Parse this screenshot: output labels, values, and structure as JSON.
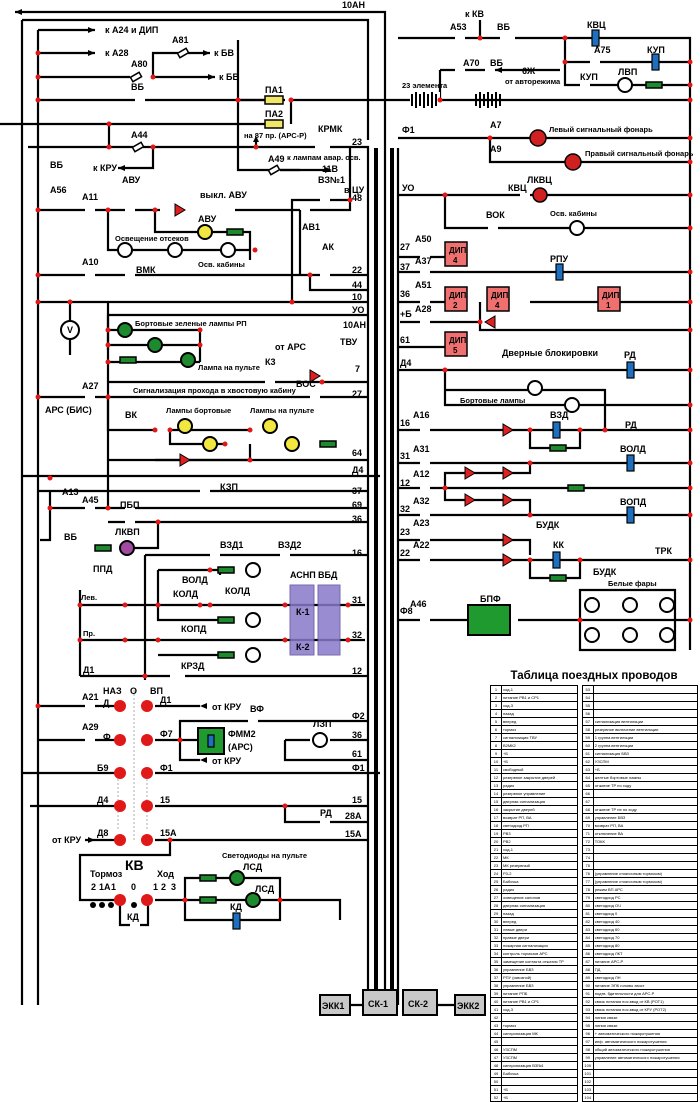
{
  "wires": {
    "top_10AN": "10АН",
    "k_A24_DIP": "к А24 и ДИП",
    "k_A28": "к А28",
    "k_BV_1": "к БВ",
    "k_BV_2": "к БВ",
    "A81": "А81",
    "A80": "А80",
    "VB_1": "ВБ",
    "PA1": "ПА1",
    "PA2": "ПА2",
    "na87": "на 87 пр. (АРС-Р)",
    "A44": "А44",
    "k_KRU": "к КРУ",
    "KRMK": "КРМК",
    "n23": "23",
    "A49": "А49",
    "k_lampam": "к лампам авар. осв.",
    "n11V": "11В",
    "VB_2": "ВБ",
    "A56": "А56",
    "A11": "А11",
    "AVU": "АВУ",
    "vykl_AVU": "выкл. АВУ",
    "AVU_lamp": "АВУ",
    "VZ1": "ВЗ№1",
    "vCU": "в ЦУ",
    "n48": "48",
    "AV1": "АВ1",
    "osv_otsekov": "Освещение отсеков",
    "osv_kabiny": "Осв. кабины",
    "A10": "А10",
    "VMK": "ВМК",
    "AK": "АК",
    "n22": "22",
    "n44": "44",
    "n10": "10",
    "UO": "УО",
    "n10AN": "10АН",
    "V": "V",
    "bort_zel": "Бортовые зеленые лампы РП",
    "lampa_pult": "Лампа на пульте",
    "ot_ARS": "от АРС",
    "K3": "К3",
    "TVU": "ТВУ",
    "n7": "7",
    "A27": "А27",
    "ARS_BIS": "АРС (БИС)",
    "signal_prohod": "Сигнализация прохода в хвостовую кабину",
    "VOS": "ВОС",
    "n27": "27",
    "VK": "ВК",
    "lampy_bort": "Лампы бортовые",
    "lampy_pult": "Лампы на пульте",
    "n64": "64",
    "D4": "Д4",
    "A13": "А13",
    "A45": "А45",
    "KZP": "КЗП",
    "n37": "37",
    "PBP": "ПБП",
    "n69": "69",
    "n36": "36",
    "VB_3": "ВБ",
    "LKVP": "ЛКВП",
    "VZD1": "ВЗД1",
    "VZD2": "ВЗД2",
    "n16": "16",
    "PPD": "ППД",
    "Lev": "Лев.",
    "Pr": "Пр.",
    "VOLD": "ВОЛД",
    "KOLD_1": "КОЛД",
    "KOLD_2": "КОЛД",
    "KOPD": "КОПД",
    "ASNP": "АСНП",
    "VBD": "ВБД",
    "K1": "К-1",
    "K2": "К-2",
    "n31": "31",
    "n32": "32",
    "D1": "Д1",
    "KRZD": "КРЗД",
    "n12": "12"
  },
  "right": {
    "k_KV": "к КВ",
    "A53": "А53",
    "VB": "ВБ",
    "KVC": "КВЦ",
    "A75": "А75",
    "KUP": "КУП",
    "A70": "А70",
    "VB2": "ВБ",
    "n6Zh": "6Ж",
    "ot_avtorezhima": "от авторежима",
    "elem23": "23 элемента",
    "KUP2": "КУП",
    "LVP": "ЛВП",
    "F1": "Ф1",
    "A7": "А7",
    "lev_fonar": "Левый сигнальный фонарь",
    "A9": "А9",
    "prav_fonar": "Правый сигнальный фонарь",
    "UO": "УО",
    "KVC2": "КВЦ",
    "LKVC": "ЛКВЦ",
    "VOK": "ВОК",
    "osv_kab": "Осв. кабины",
    "n27": "27",
    "A50": "А50",
    "n37": "37",
    "A37": "А37",
    "RPU": "РПУ",
    "n36": "36",
    "A51": "А51",
    "plusB": "+Б",
    "A28": "А28",
    "n61": "61",
    "dip": [
      {
        "name": "ДИП",
        "num": "4"
      },
      {
        "name": "ДИП",
        "num": "2"
      },
      {
        "name": "ДИП",
        "num": "4"
      },
      {
        "name": "ДИП",
        "num": "1"
      },
      {
        "name": "ДИП",
        "num": "5"
      }
    ],
    "dver_blok": "Дверные блокировки",
    "D4": "Д4",
    "RD": "РД",
    "bort_lampy": "Бортовые лампы",
    "n16": "16",
    "A16": "А16",
    "VZD": "ВЗД",
    "RD2": "РД",
    "n31": "31",
    "A31": "А31",
    "VOLD": "ВОЛД",
    "n12": "12",
    "A12": "А12",
    "n32": "32",
    "A32": "А32",
    "VOPD": "ВОПД",
    "n23": "23",
    "A23": "А23",
    "BUDK": "БУДК",
    "n22": "22",
    "A22": "А22",
    "KK": "КК",
    "BUDK2": "БУДК",
    "TRK": "ТРК",
    "F8": "Ф8",
    "A46": "А46",
    "BPF": "БПФ",
    "belye_fary": "Белые фары"
  },
  "kv": {
    "A21": "А21",
    "NAZ": "НАЗ",
    "O": "О",
    "VP": "ВП",
    "D": "Д",
    "D1": "Д1",
    "ot_KRU_1": "от КРУ",
    "VF": "ВФ",
    "F2": "Ф2",
    "A29": "А29",
    "F": "Ф",
    "F7": "Ф7",
    "FMM2": "ФММ2",
    "ARS": "(АРС)",
    "LZP": "ЛЗП",
    "n36": "36",
    "ot_KRU_2": "от КРУ",
    "n61": "61",
    "B9": "Б9",
    "F1": "Ф1",
    "F1r": "Ф1",
    "D4": "Д4",
    "n15": "15",
    "n15r": "15",
    "RD": "РД",
    "n28A": "28А",
    "ot_KRU_3": "от КРУ",
    "D8": "Д8",
    "n15A": "15А",
    "n15Ar": "15А",
    "svetodiody": "Светодиоды на пульте",
    "KV": "КВ",
    "Tormoz": "Тормоз",
    "Hod": "Ход",
    "pos_t": [
      "2",
      "1А",
      "1"
    ],
    "pos_0": "0",
    "pos_h": [
      "1",
      "2",
      "3"
    ],
    "KD": "КД",
    "LSD1": "ЛСД",
    "LSD2": "ЛСД",
    "KD2": "КД",
    "EKK1": "ЭКК1",
    "SK1": "СК-1",
    "SK2": "СК-2",
    "EKK2": "ЭКК2"
  },
  "table": {
    "title": "Таблица поездных проводов",
    "rows": [
      [
        "1",
        "ход-1",
        "53",
        ""
      ],
      [
        "2",
        "питание РВ1 и СР1",
        "54",
        ""
      ],
      [
        "3",
        "ход-3",
        "55",
        ""
      ],
      [
        "4",
        "назад",
        "56",
        ""
      ],
      [
        "5",
        "вперед",
        "57",
        "сигнализация вентиляции"
      ],
      [
        "6",
        "тормоз",
        "58",
        "резервное включение вентиляции"
      ],
      [
        "7",
        "сигнализация ТВУ",
        "59",
        "1 группа вентиляции"
      ],
      [
        "8",
        "В2МК2",
        "60",
        "2 группа вентиляции"
      ],
      [
        "9",
        "+Б",
        "61",
        "сигнализация БВЗ"
      ],
      [
        "10",
        "+Б",
        "62",
        "УЗСПМ"
      ],
      [
        "11",
        "свободный",
        "63",
        "+Б"
      ],
      [
        "12",
        "резервное закрытие дверей",
        "64",
        "желтые бортовые лампы"
      ],
      [
        "13",
        "радио",
        "65",
        "отжатие ТР по ходу"
      ],
      [
        "14",
        "резервное управление",
        "66",
        ""
      ],
      [
        "15",
        "дверная сигнализация",
        "67",
        ""
      ],
      [
        "16",
        "закрытие дверей",
        "68",
        "отжатие ТР не по ходу"
      ],
      [
        "17",
        "возврат РП, ВА",
        "69",
        "управление БВЗ"
      ],
      [
        "18",
        "светодиод РП",
        "70",
        "возврат РП, ВА"
      ],
      [
        "19",
        "РВ3",
        "71",
        "отключение ВА"
      ],
      [
        "20",
        "РВ2",
        "72",
        "ТОКК"
      ],
      [
        "21",
        "ход-1",
        "73",
        ""
      ],
      [
        "22",
        "МК",
        "74",
        ""
      ],
      [
        "23",
        "МК резервный",
        "75",
        ""
      ],
      [
        "24",
        "Р3-2",
        "76",
        "(управление стояночным тормозом)"
      ],
      [
        "25",
        "Бабочка",
        "77",
        "(управление стояночным тормозом)"
      ],
      [
        "26",
        "радио",
        "78",
        "режим ВП АРС"
      ],
      [
        "27",
        "освещение салонов",
        "79",
        "светодиод РС"
      ],
      [
        "28",
        "дверная сигнализация",
        "80",
        "светодиод ОЧ"
      ],
      [
        "29",
        "назад",
        "81",
        "светодиод 0"
      ],
      [
        "30",
        "вперед",
        "82",
        "светодиод 40"
      ],
      [
        "31",
        "левые двери",
        "83",
        "светодиод 60"
      ],
      [
        "32",
        "правые двери",
        "84",
        "светодиод 70"
      ],
      [
        "33",
        "пожарная сигнализация",
        "85",
        "светодиод 80"
      ],
      [
        "34",
        "контроль тормозов АРС",
        "86",
        "светодиод ЛКТ"
      ],
      [
        "35",
        "замещение контакта отжатия ТР",
        "87",
        "питание АРС-Р"
      ],
      [
        "36",
        "управление БВЗ",
        "88",
        "ПД"
      ],
      [
        "37",
        "РПУ (сквозной)",
        "89",
        "светодиод ЛН"
      ],
      [
        "38",
        "управление БВЗ",
        "90",
        "питание ЭПК головы хвост"
      ],
      [
        "39",
        "питание РПБ",
        "91",
        "подтв. бдительности для АРС-Р"
      ],
      [
        "40",
        "питание РВ1 и СР1",
        "92",
        "связь питания пос.ввод от КВ (РОТ1)"
      ],
      [
        "41",
        "ход-3",
        "93",
        "связь питания пос.ввод от КРУ (РОТ2)"
      ],
      [
        "42",
        "",
        "94",
        "линия связи"
      ],
      [
        "43",
        "тормоз",
        "95",
        "линия связи"
      ],
      [
        "44",
        "синхронизация МК",
        "96",
        "+ автоматического пожаротушения"
      ],
      [
        "45",
        "",
        "97",
        "инф. автоматического пожаротушения"
      ],
      [
        "46",
        "УЗСПМ",
        "98",
        "общий автоматического пожаротушения"
      ],
      [
        "47",
        "УЗСПМ",
        "99",
        "управление автоматического пожаротушения"
      ],
      [
        "48",
        "синхронизация В3№1",
        "100",
        ""
      ],
      [
        "49",
        "Бабочка",
        "101",
        ""
      ],
      [
        "50",
        "",
        "102",
        ""
      ],
      [
        "51",
        "+Б",
        "103",
        ""
      ],
      [
        "52",
        "+Б",
        "104",
        ""
      ]
    ]
  }
}
